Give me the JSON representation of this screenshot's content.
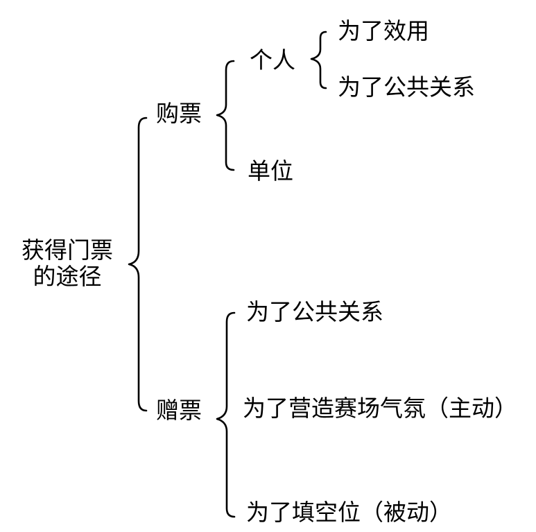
{
  "root": {
    "line1": "获得门票",
    "line2": "的途径"
  },
  "branches": {
    "buy": {
      "label": "购票",
      "individual": {
        "label": "个人",
        "children": [
          "为了效用",
          "为了公共关系"
        ]
      },
      "unit": {
        "label": "单位"
      }
    },
    "gift": {
      "label": "赠票",
      "children": [
        "为了公共关系",
        "为了营造赛场气氛（主动）",
        "为了填空位（被动）"
      ]
    }
  }
}
